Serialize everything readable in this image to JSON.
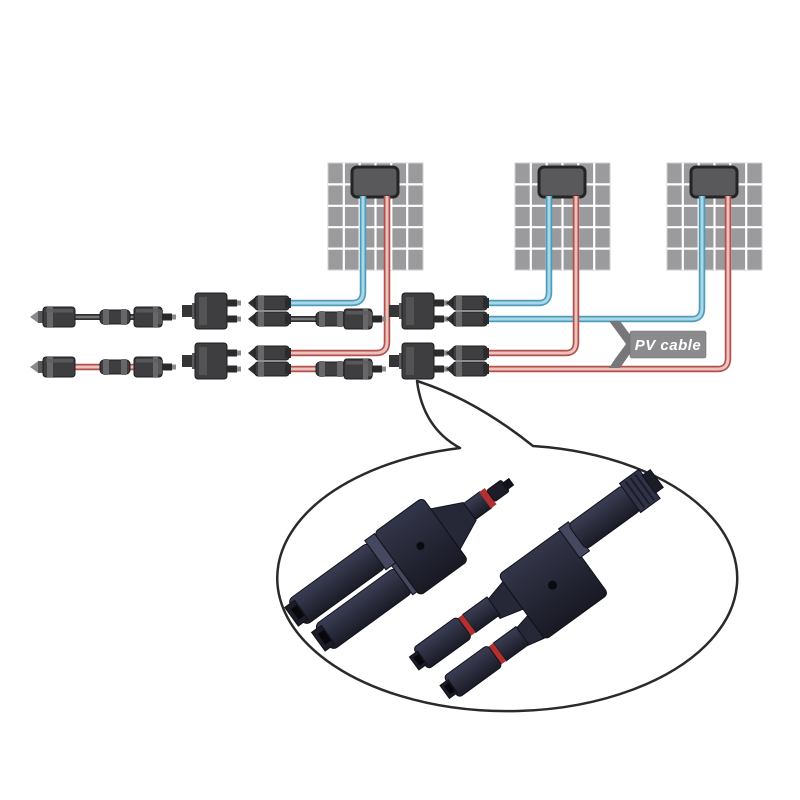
{
  "figure": {
    "type": "solar-pv-wiring-diagram",
    "background_color": "#ffffff",
    "pv_label": {
      "text": "PV cable",
      "box_color": "#8b8b8d",
      "text_color": "#ffffff",
      "brace_color": "#77777a"
    },
    "panels": {
      "count": 3,
      "cell_color": "#9b9b9d",
      "grid_line_color": "#ffffff",
      "frame_color": "#cfcfd1",
      "junction_box_color": "#59595b",
      "junction_box_border": "#242426"
    },
    "cables": {
      "negative_blue": {
        "edge": "#4f9cba",
        "core": "#a9d9e9"
      },
      "positive_red": {
        "edge": "#b4504b",
        "core": "#eac2be"
      },
      "extension_black": {
        "edge": "#303032",
        "core": "#77777a"
      }
    },
    "diagram_connectors": {
      "body_color": "#3e3e40",
      "outline_color": "#1c1c1e",
      "highlight_color": "#67676a",
      "tip_color": "#8a8a8d"
    },
    "photo_connectors": {
      "count": 2,
      "body_color": "#2c2e3e",
      "red_band_color": "#b23130",
      "outline_color": "#10111a"
    },
    "callout_bubble": {
      "fill": "#ffffff",
      "stroke": "#2a2a2a"
    }
  }
}
